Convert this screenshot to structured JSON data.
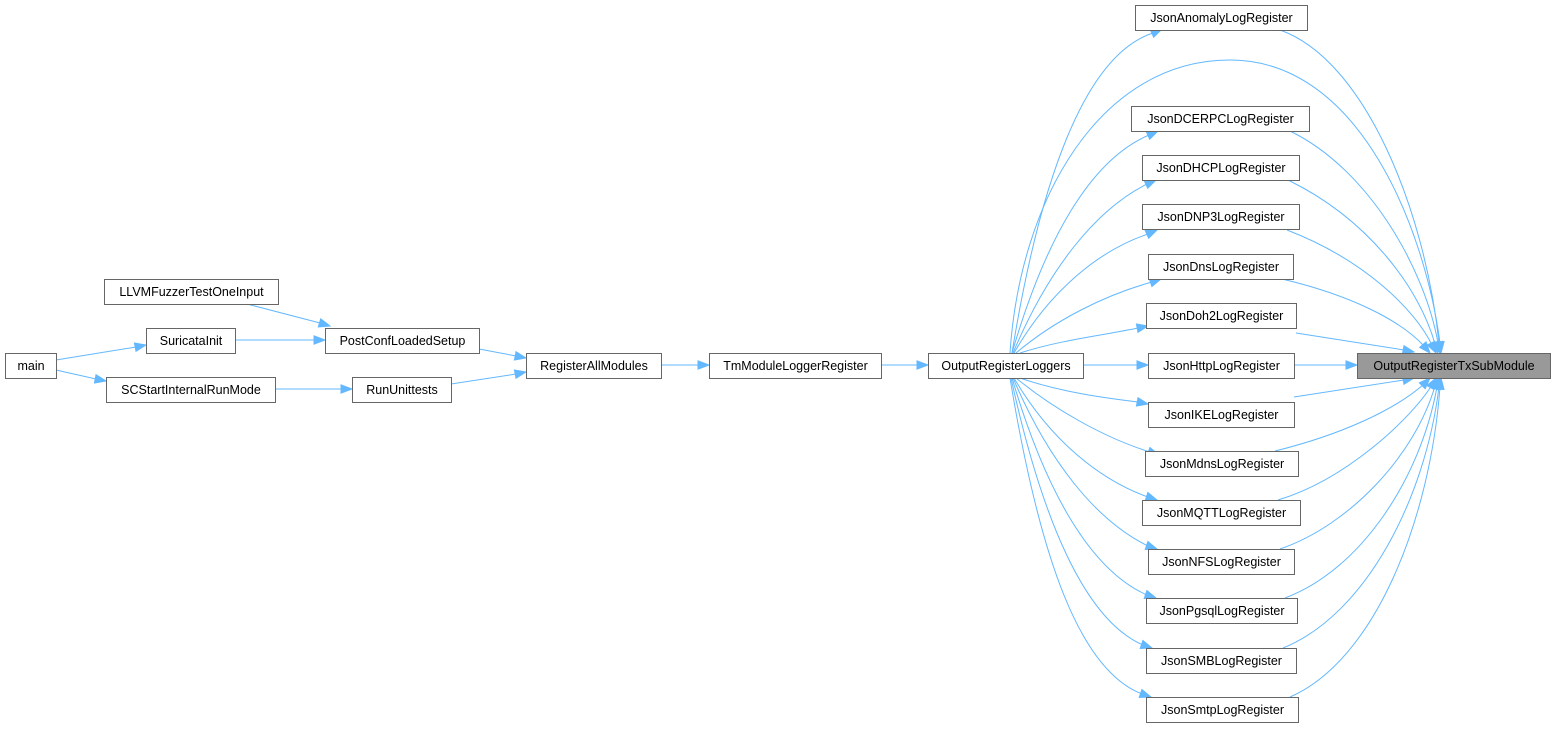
{
  "graph": {
    "nodes": [
      {
        "id": "main",
        "label": "main"
      },
      {
        "id": "llvm",
        "label": "LLVMFuzzerTestOneInput"
      },
      {
        "id": "suricatainit",
        "label": "SuricataInit"
      },
      {
        "id": "scstart",
        "label": "SCStartInternalRunMode"
      },
      {
        "id": "postconf",
        "label": "PostConfLoadedSetup"
      },
      {
        "id": "rununit",
        "label": "RunUnittests"
      },
      {
        "id": "regall",
        "label": "RegisterAllModules"
      },
      {
        "id": "tmlogger",
        "label": "TmModuleLoggerRegister"
      },
      {
        "id": "outloggers",
        "label": "OutputRegisterLoggers"
      },
      {
        "id": "anomaly",
        "label": "JsonAnomalyLogRegister"
      },
      {
        "id": "dcerpc",
        "label": "JsonDCERPCLogRegister"
      },
      {
        "id": "dhcp",
        "label": "JsonDHCPLogRegister"
      },
      {
        "id": "dnp3",
        "label": "JsonDNP3LogRegister"
      },
      {
        "id": "dns",
        "label": "JsonDnsLogRegister"
      },
      {
        "id": "doh2",
        "label": "JsonDoh2LogRegister"
      },
      {
        "id": "http",
        "label": "JsonHttpLogRegister"
      },
      {
        "id": "ike",
        "label": "JsonIKELogRegister"
      },
      {
        "id": "mdns",
        "label": "JsonMdnsLogRegister"
      },
      {
        "id": "mqtt",
        "label": "JsonMQTTLogRegister"
      },
      {
        "id": "nfs",
        "label": "JsonNFSLogRegister"
      },
      {
        "id": "pgsql",
        "label": "JsonPgsqlLogRegister"
      },
      {
        "id": "smb",
        "label": "JsonSMBLogRegister"
      },
      {
        "id": "smtp",
        "label": "JsonSmtpLogRegister"
      },
      {
        "id": "target",
        "label": "OutputRegisterTxSubModule",
        "current": true
      }
    ],
    "edges": [
      {
        "from": "main",
        "to": "suricatainit"
      },
      {
        "from": "main",
        "to": "scstart"
      },
      {
        "from": "llvm",
        "to": "postconf"
      },
      {
        "from": "suricatainit",
        "to": "postconf"
      },
      {
        "from": "scstart",
        "to": "rununit"
      },
      {
        "from": "postconf",
        "to": "regall"
      },
      {
        "from": "rununit",
        "to": "regall"
      },
      {
        "from": "regall",
        "to": "tmlogger"
      },
      {
        "from": "tmlogger",
        "to": "outloggers"
      },
      {
        "from": "outloggers",
        "to": "anomaly"
      },
      {
        "from": "outloggers",
        "to": "dcerpc"
      },
      {
        "from": "outloggers",
        "to": "dhcp"
      },
      {
        "from": "outloggers",
        "to": "dnp3"
      },
      {
        "from": "outloggers",
        "to": "dns"
      },
      {
        "from": "outloggers",
        "to": "doh2"
      },
      {
        "from": "outloggers",
        "to": "http"
      },
      {
        "from": "outloggers",
        "to": "ike"
      },
      {
        "from": "outloggers",
        "to": "mdns"
      },
      {
        "from": "outloggers",
        "to": "mqtt"
      },
      {
        "from": "outloggers",
        "to": "nfs"
      },
      {
        "from": "outloggers",
        "to": "pgsql"
      },
      {
        "from": "outloggers",
        "to": "smb"
      },
      {
        "from": "outloggers",
        "to": "smtp"
      },
      {
        "from": "outloggers",
        "to": "target"
      },
      {
        "from": "anomaly",
        "to": "target"
      },
      {
        "from": "dcerpc",
        "to": "target"
      },
      {
        "from": "dhcp",
        "to": "target"
      },
      {
        "from": "dnp3",
        "to": "target"
      },
      {
        "from": "dns",
        "to": "target"
      },
      {
        "from": "doh2",
        "to": "target"
      },
      {
        "from": "http",
        "to": "target"
      },
      {
        "from": "ike",
        "to": "target"
      },
      {
        "from": "mdns",
        "to": "target"
      },
      {
        "from": "mqtt",
        "to": "target"
      },
      {
        "from": "nfs",
        "to": "target"
      },
      {
        "from": "pgsql",
        "to": "target"
      },
      {
        "from": "smb",
        "to": "target"
      },
      {
        "from": "smtp",
        "to": "target"
      }
    ]
  },
  "colors": {
    "edge": "#63b8ff",
    "node_border": "#666666",
    "node_fill": "#ffffff",
    "current_fill": "#999999"
  }
}
